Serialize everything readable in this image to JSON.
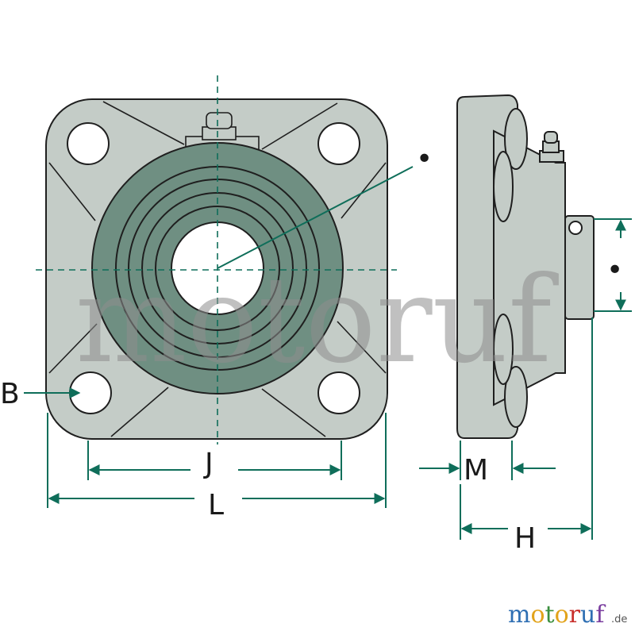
{
  "colors": {
    "outline": "#1f1f1f",
    "housing_fill": "#c4ccc7",
    "bearing_fill": "#6f8f82",
    "dimension_green": "#0f6e5a",
    "bore_fill": "#ffffff"
  },
  "labels": {
    "b": "B",
    "j": "J",
    "l": "L",
    "m": "M",
    "h": "H"
  },
  "symbols": {
    "bore_marker": "•",
    "shaft_marker": "•"
  },
  "watermark": {
    "text": "motoruf"
  },
  "brand": {
    "letters": [
      "m",
      "o",
      "t",
      "o",
      "r",
      "u",
      "f"
    ],
    "letter_colors": [
      "#2f6fb3",
      "#e2a31b",
      "#3b8f3e",
      "#e2a31b",
      "#c9302c",
      "#2f6fb3",
      "#7b3fa0"
    ],
    "suffix": ".de"
  }
}
